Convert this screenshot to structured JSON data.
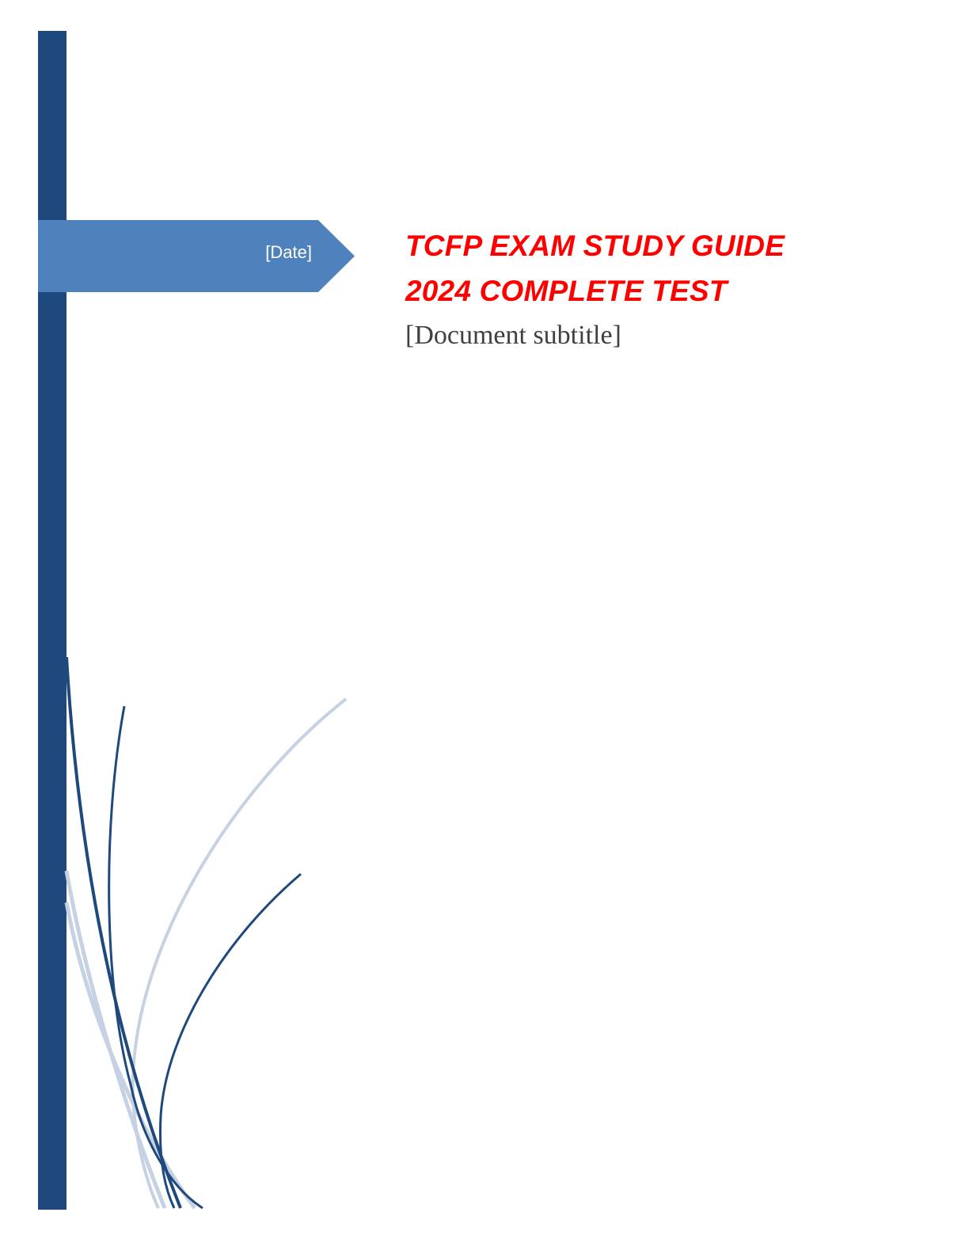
{
  "cover": {
    "date_placeholder": "[Date]",
    "title": "TCFP EXAM STUDY GUIDE 2024 COMPLETE TEST",
    "subtitle_placeholder": "[Document subtitle]"
  },
  "colors": {
    "sidebar": "#1f497d",
    "banner": "#4f81bd",
    "title": "#ff0000",
    "subtitle": "#404040",
    "curve_dark": "#1f497d",
    "curve_light": "#c6d2e3"
  }
}
